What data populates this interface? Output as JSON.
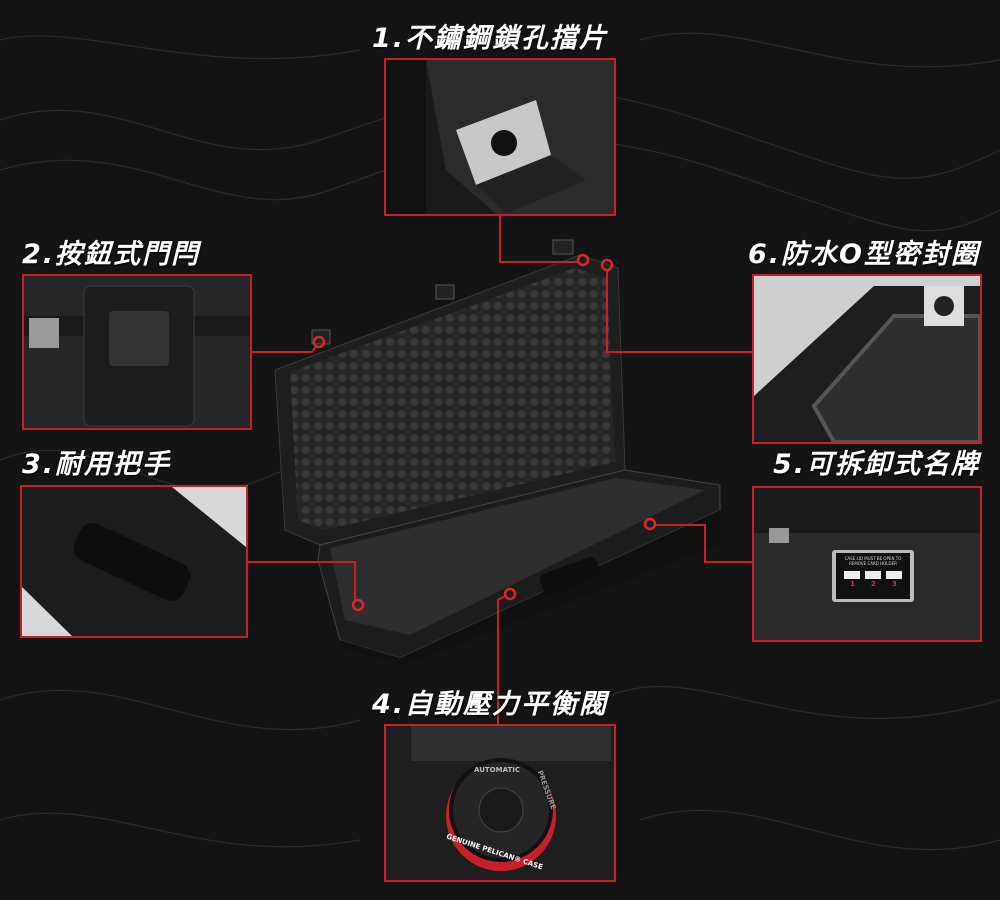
{
  "features": [
    {
      "label": "1.不鏽鋼鎖孔擋片"
    },
    {
      "label": "2.按鈕式門閂"
    },
    {
      "label": "3.耐用把手"
    },
    {
      "label": "4.自動壓力平衡閥"
    },
    {
      "label": "5.可拆卸式名牌"
    },
    {
      "label": "6.防水O型密封圈"
    }
  ],
  "nameplate": {
    "notice": "CASE LID MUST BE OPEN TO REMOVE CARD HOLDER",
    "steps": [
      "1",
      "2",
      "3"
    ]
  },
  "valve": {
    "ring_text": "GENUINE PELICAN® CASE",
    "top_text": "AUTOMATIC",
    "side_text": "PRESSURE"
  },
  "colors": {
    "accent": "#c8202a",
    "background": "#141414"
  }
}
